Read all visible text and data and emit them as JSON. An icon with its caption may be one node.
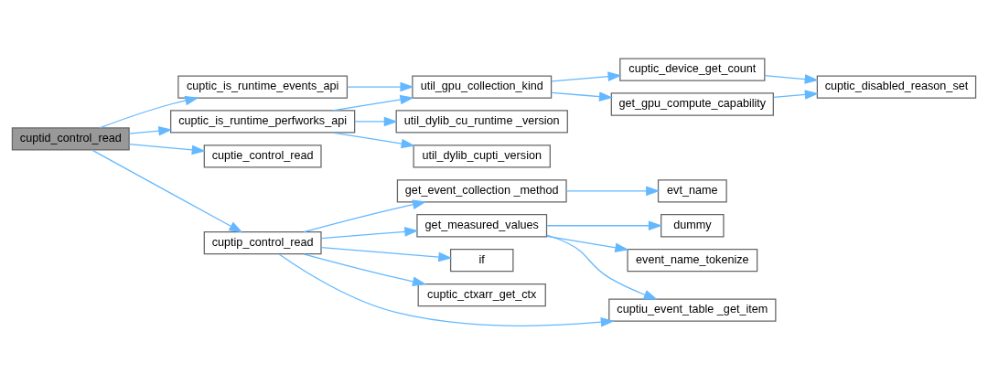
{
  "diagram": {
    "nodes": [
      {
        "text": [
          "cuptid_control_read"
        ]
      },
      {
        "text": [
          "cuptic_is_runtime_events_api"
        ]
      },
      {
        "text": [
          "cuptic_is_runtime_perfworks_api"
        ]
      },
      {
        "text": [
          "cuptie_control_read"
        ]
      },
      {
        "text": [
          "cuptip_control_read"
        ]
      },
      {
        "text": [
          "util_gpu_collection_kind"
        ]
      },
      {
        "text": [
          "util_dylib_cu_runtime _version"
        ]
      },
      {
        "text": [
          "util_dylib_cupti_version"
        ]
      },
      {
        "text": [
          "cuptic_device_get_count"
        ]
      },
      {
        "text": [
          "get_gpu_compute_capability"
        ]
      },
      {
        "text": [
          "cuptic_disabled_reason_set"
        ]
      },
      {
        "text": [
          "get_event_collection _method"
        ]
      },
      {
        "text": [
          "get_measured_values"
        ]
      },
      {
        "text": [
          "if"
        ]
      },
      {
        "text": [
          "cuptic_ctxarr_get_ctx"
        ]
      },
      {
        "text": [
          "cuptiu_event_table _get_item"
        ]
      },
      {
        "text": [
          "evt_name"
        ]
      },
      {
        "text": [
          "dummy"
        ]
      },
      {
        "text": [
          "event_name_tokenize"
        ]
      }
    ],
    "edges": [
      {
        "from": 0,
        "to": 1,
        "arrow": "to"
      },
      {
        "from": 0,
        "to": 2,
        "arrow": "to"
      },
      {
        "from": 0,
        "to": 3,
        "arrow": "to"
      },
      {
        "from": 0,
        "to": 4,
        "arrow": "to"
      },
      {
        "from": 1,
        "to": 5,
        "arrow": "to"
      },
      {
        "from": 2,
        "to": 5,
        "arrow": "to"
      },
      {
        "from": 2,
        "to": 6,
        "arrow": "to"
      },
      {
        "from": 2,
        "to": 7,
        "arrow": "to"
      },
      {
        "from": 5,
        "to": 8,
        "arrow": "to"
      },
      {
        "from": 5,
        "to": 9,
        "arrow": "to"
      },
      {
        "from": 8,
        "to": 10,
        "arrow": "to"
      },
      {
        "from": 9,
        "to": 10,
        "arrow": "to"
      },
      {
        "from": 4,
        "to": 11,
        "arrow": "to"
      },
      {
        "from": 4,
        "to": 12,
        "arrow": "to"
      },
      {
        "from": 4,
        "to": 13,
        "arrow": "to"
      },
      {
        "from": 4,
        "to": 14,
        "arrow": "to"
      },
      {
        "from": 4,
        "to": 15,
        "arrow": "to"
      },
      {
        "from": 11,
        "to": 16,
        "arrow": "to"
      },
      {
        "from": 12,
        "to": 17,
        "arrow": "to"
      },
      {
        "from": 12,
        "to": 18,
        "arrow": "to"
      },
      {
        "from": 12,
        "to": 15,
        "arrow": "to"
      }
    ]
  }
}
